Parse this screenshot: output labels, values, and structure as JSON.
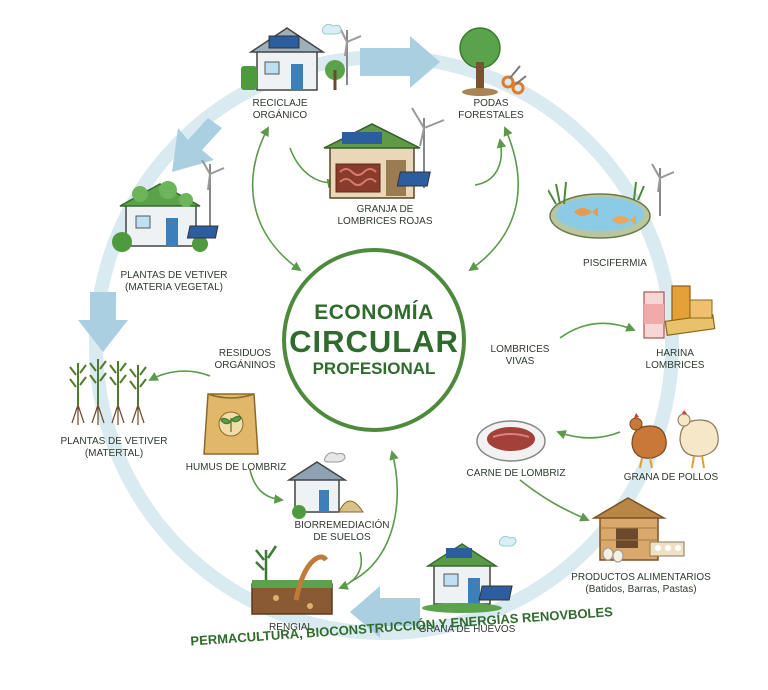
{
  "center": {
    "line1": "ECONOMÍA",
    "line2": "CIRCULAR",
    "line3": "PROFESIONAL"
  },
  "nodes": {
    "reciclaje": {
      "line1": "RECICLAJE",
      "line2": "ORGÁNICO"
    },
    "podas": {
      "line1": "PODAS",
      "line2": "FORESTALES"
    },
    "granja": {
      "line1": "GRANJA DE",
      "line2": "LOMBRICES ROJAS"
    },
    "vetiver_vegetal": {
      "line1": "PLANTAS DE VETIVER",
      "line2": "(MATERIA VEGETAL)"
    },
    "piscifermia": {
      "line1": "PISCIFERMIA"
    },
    "harina": {
      "line1": "HARINA",
      "line2": "LOMBRICES"
    },
    "residuos": {
      "line1": "RESIDUOS",
      "line2": "ORGÁNINOS"
    },
    "lombrices_vivas": {
      "line1": "LOMBRICES",
      "line2": "VIVAS"
    },
    "vetiver_material": {
      "line1": "PLANTAS DE VETIVER",
      "line2": "(MATERTAL)"
    },
    "humus": {
      "line1": "HUMUS DE LOMBRIZ"
    },
    "carne": {
      "line1": "CARNE DE LOMBRIZ"
    },
    "pollos": {
      "line1": "GRANA DE POLLOS"
    },
    "biorremediacion": {
      "line1": "BIORREMEDIACIÓN",
      "line2": "DE SUELOS"
    },
    "productos": {
      "line1": "PRODUCTOS ALIMENTARIOS",
      "line2": "(Batidos, Barras, Pastas)"
    },
    "rengial": {
      "line1": "RENGIAL"
    },
    "huevos": {
      "line1": "GRANA DE HUEVOS"
    }
  },
  "footer": "PERMACULTURA, BIOCONSTRUCCIÓN Y ENERGÍAS RENOVBOLES",
  "colors": {
    "ring": "#cfe3ec",
    "ring_arrow": "#a9cfe0",
    "green_arrow": "#5a9a4a",
    "title_green": "#2f6b2c"
  }
}
